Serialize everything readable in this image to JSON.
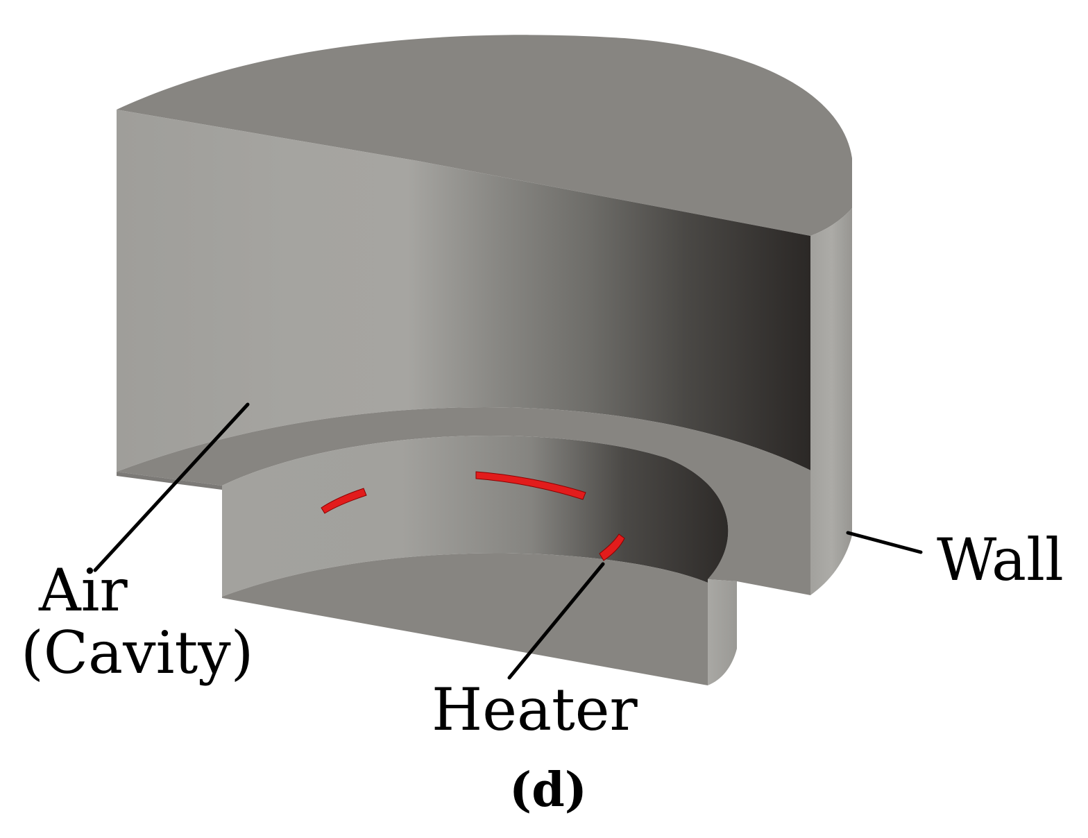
{
  "labels": {
    "air_line1": "Air",
    "air_line2": "(Cavity)",
    "heater": "Heater",
    "wall": "Wall",
    "panel": "(d)"
  },
  "colors": {
    "solid_light": "#a9a8a4",
    "solid_mid": "#898784",
    "solid_dark": "#2b2826",
    "heater": "#e21c1c",
    "text": "#000000"
  }
}
